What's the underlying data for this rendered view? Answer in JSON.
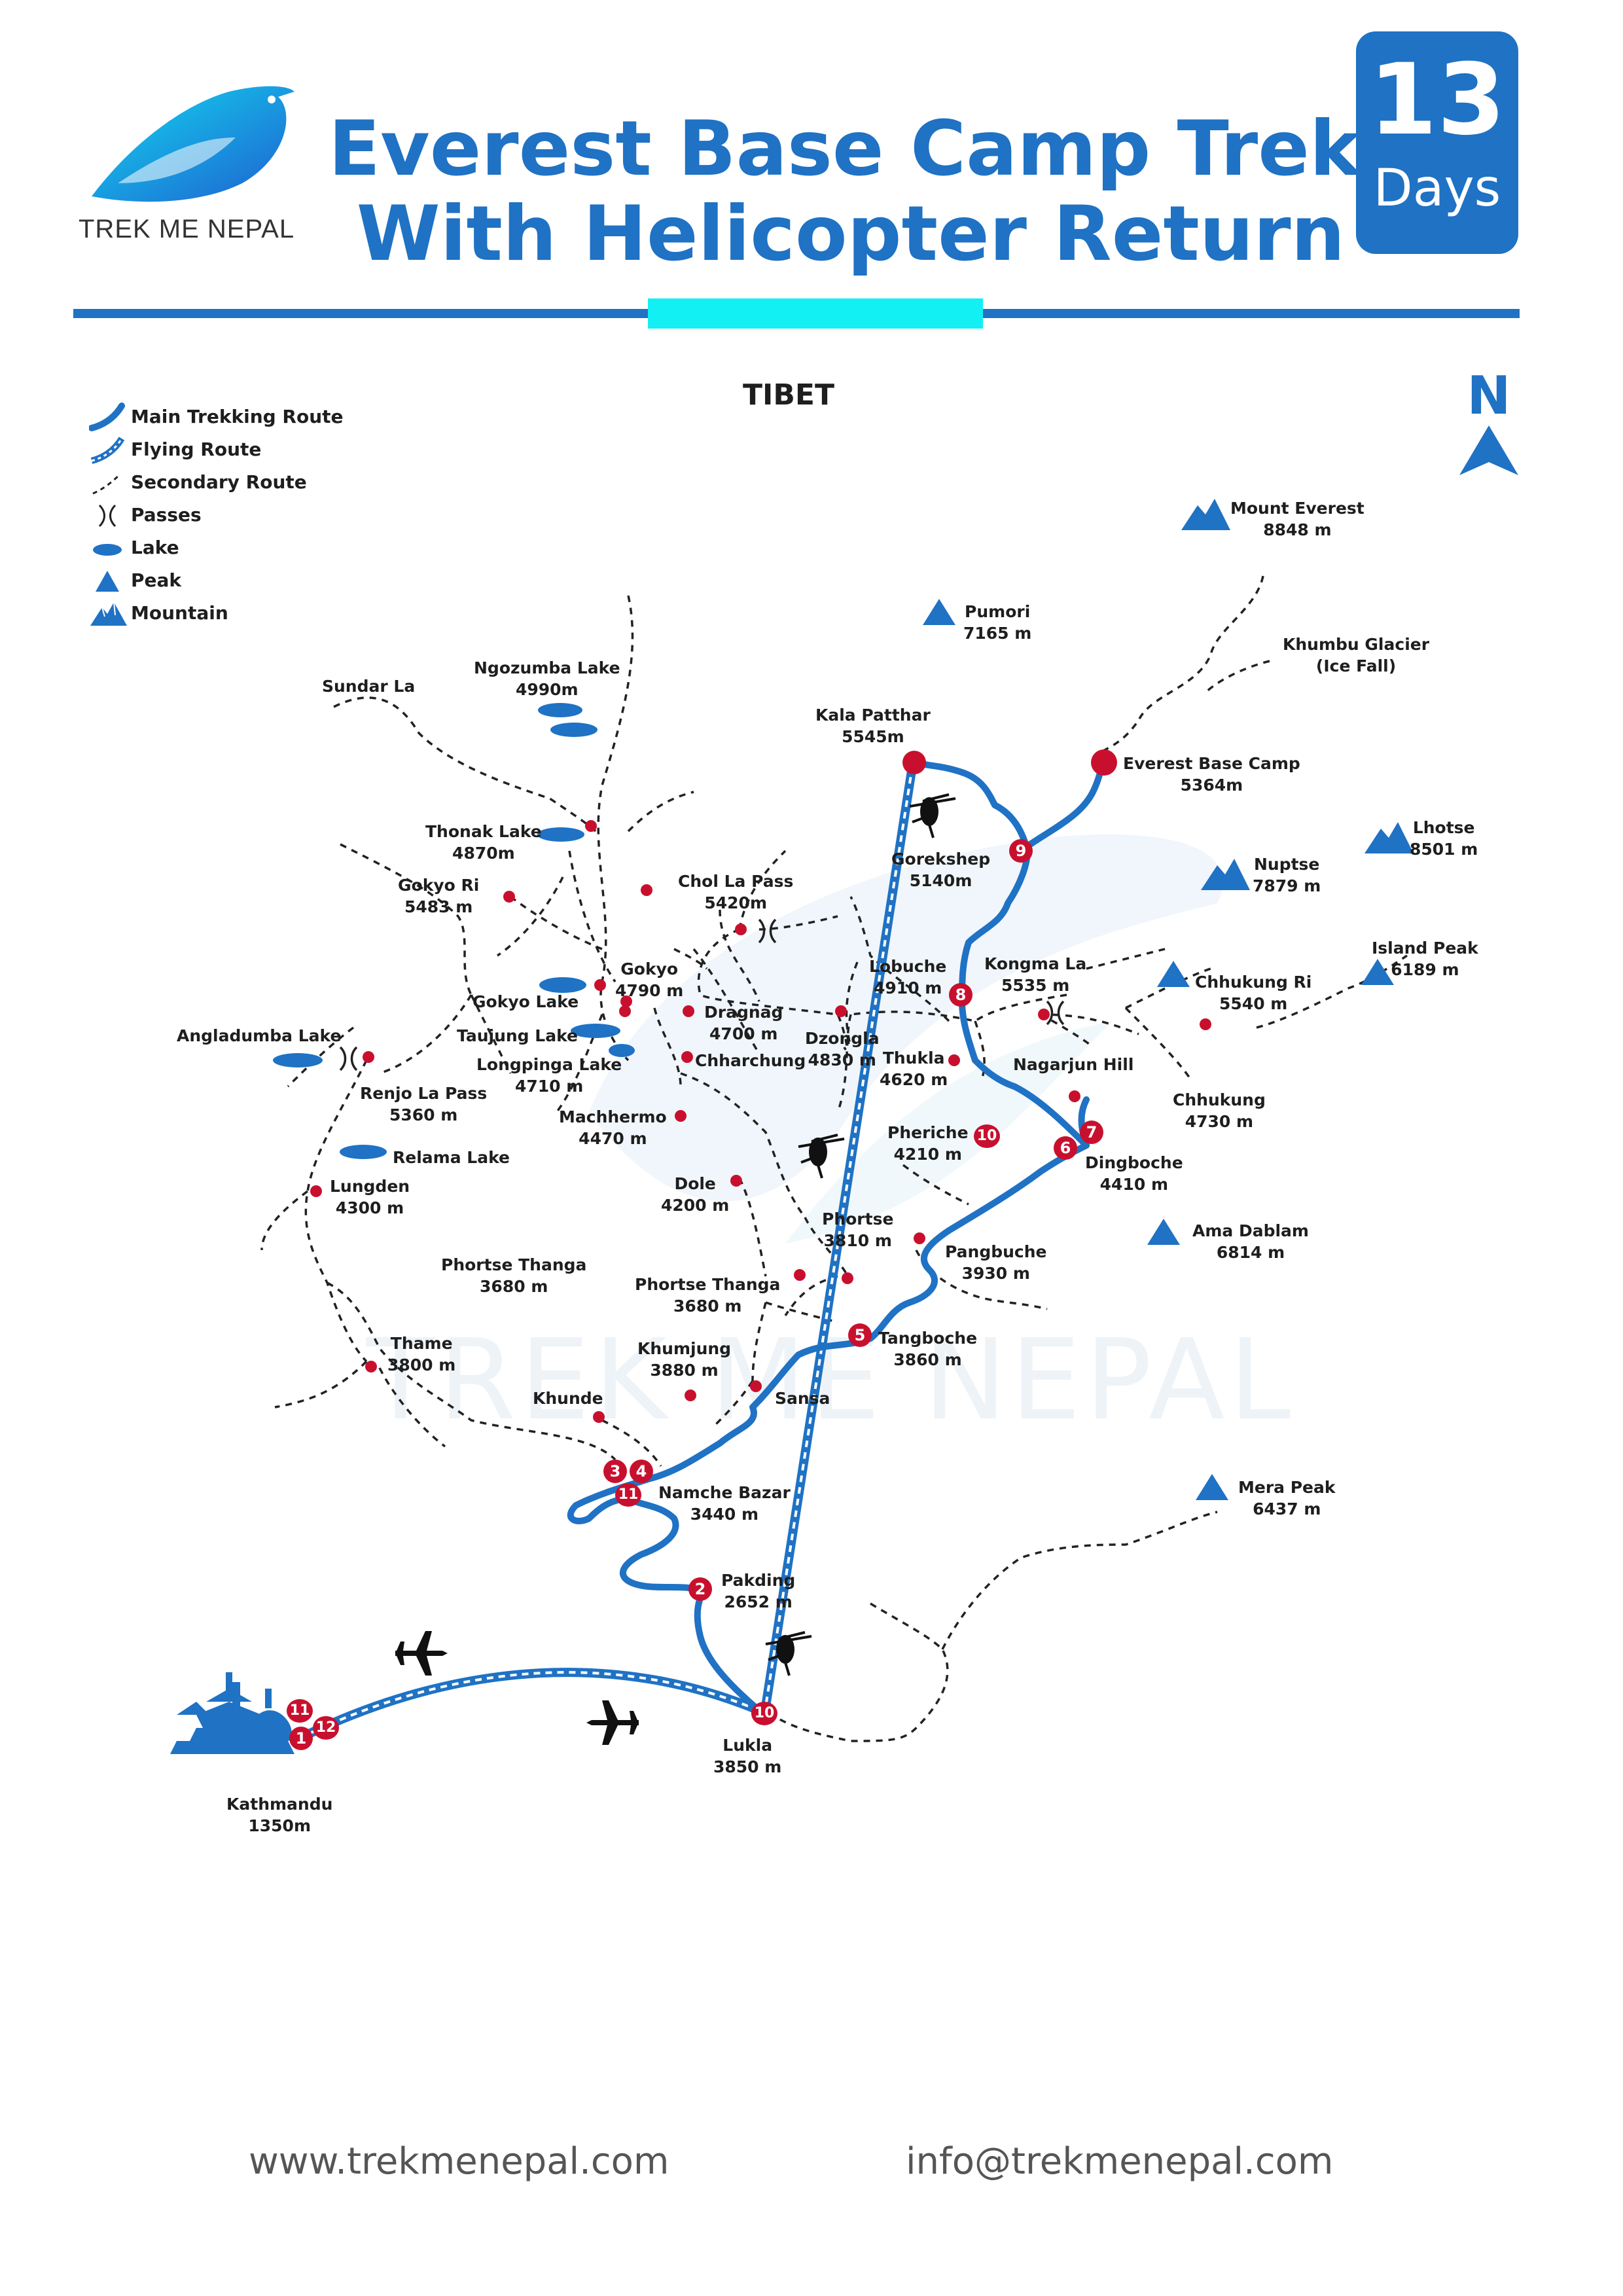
{
  "brand": {
    "name": "TREK ME NEPAL",
    "color": "#1f72c4",
    "accent": "#12f0f4"
  },
  "title": {
    "line1": "Everest Base Camp Trek",
    "line2": "With Helicopter Return"
  },
  "days": {
    "number": "13",
    "label": "Days"
  },
  "region_label": "TIBET",
  "north_label": "N",
  "watermark": "TREK ME NEPAL",
  "legend": [
    {
      "icon": "main-route-icon",
      "label": "Main Trekking Route"
    },
    {
      "icon": "flying-route-icon",
      "label": "Flying Route"
    },
    {
      "icon": "secondary-route-icon",
      "label": "Secondary Route"
    },
    {
      "icon": "pass-icon",
      "label": "Passes"
    },
    {
      "icon": "lake-icon",
      "label": "Lake"
    },
    {
      "icon": "peak-icon",
      "label": "Peak"
    },
    {
      "icon": "mountain-icon",
      "label": "Mountain"
    }
  ],
  "places": [
    {
      "name": "Mount Everest",
      "alt": "8848 m"
    },
    {
      "name": "Pumori",
      "alt": "7165 m"
    },
    {
      "name": "Khumbu Glacier",
      "alt": "(Ice Fall)"
    },
    {
      "name": "Kala Patthar",
      "alt": "5545m"
    },
    {
      "name": "Everest  Base Camp",
      "alt": "5364m"
    },
    {
      "name": "Lhotse",
      "alt": "8501 m"
    },
    {
      "name": "Nuptse",
      "alt": "7879 m"
    },
    {
      "name": "Gorekshep",
      "alt": "5140m"
    },
    {
      "name": "Island Peak",
      "alt": "6189 m"
    },
    {
      "name": "Chhukung Ri",
      "alt": "5540 m"
    },
    {
      "name": "Kongma La",
      "alt": "5535 m"
    },
    {
      "name": "Lobuche",
      "alt": "4910 m"
    },
    {
      "name": "Nagarjun Hill",
      "alt": ""
    },
    {
      "name": "Chhukung",
      "alt": "4730 m"
    },
    {
      "name": "Thukla",
      "alt": "4620 m"
    },
    {
      "name": "Pheriche",
      "alt": "4210 m"
    },
    {
      "name": "Dingboche",
      "alt": "4410 m"
    },
    {
      "name": "Ama Dablam",
      "alt": "6814 m"
    },
    {
      "name": "Pangbuche",
      "alt": "3930 m"
    },
    {
      "name": "Phortse",
      "alt": "3810 m"
    },
    {
      "name": "Tangboche",
      "alt": "3860 m"
    },
    {
      "name": "Sansa",
      "alt": ""
    },
    {
      "name": "Khumjung",
      "alt": "3880 m"
    },
    {
      "name": "Khunde",
      "alt": ""
    },
    {
      "name": "Namche Bazar",
      "alt": "3440 m"
    },
    {
      "name": "Pakding",
      "alt": "2652 m"
    },
    {
      "name": "Lukla",
      "alt": "3850 m"
    },
    {
      "name": "Kathmandu",
      "alt": "1350m"
    },
    {
      "name": "Mera Peak",
      "alt": "6437 m"
    },
    {
      "name": "Sundar La",
      "alt": ""
    },
    {
      "name": "Ngozumba Lake",
      "alt": "4990m"
    },
    {
      "name": "Thonak Lake",
      "alt": "4870m"
    },
    {
      "name": "Gokyo Ri",
      "alt": "5483 m"
    },
    {
      "name": "Chol La Pass",
      "alt": "5420m"
    },
    {
      "name": "Gokyo",
      "alt": "4790 m"
    },
    {
      "name": "Gokyo Lake",
      "alt": ""
    },
    {
      "name": "Dragnag",
      "alt": "4700 m"
    },
    {
      "name": "Taujung Lake",
      "alt": ""
    },
    {
      "name": "Dzongla",
      "alt": "4830 m"
    },
    {
      "name": "Chharchung",
      "alt": ""
    },
    {
      "name": "Angladumba Lake",
      "alt": ""
    },
    {
      "name": "Longpinga Lake",
      "alt": "4710 m"
    },
    {
      "name": "Renjo La Pass",
      "alt": "5360 m"
    },
    {
      "name": "Machhermo",
      "alt": "4470 m"
    },
    {
      "name": "Relama Lake",
      "alt": ""
    },
    {
      "name": "Lungden",
      "alt": "4300 m"
    },
    {
      "name": "Dole",
      "alt": "4200 m"
    },
    {
      "name": "Phortse Thanga",
      "alt": "3680 m"
    },
    {
      "name": "Phortse Thanga",
      "alt": "3680 m"
    },
    {
      "name": "Thame",
      "alt": "3800 m"
    }
  ],
  "stops": [
    "1",
    "2",
    "3",
    "4",
    "5",
    "6",
    "7",
    "8",
    "9",
    "10",
    "10",
    "11",
    "11",
    "12"
  ],
  "footer": {
    "website": "www.trekmenepal.com",
    "email": "info@trekmenepal.com"
  }
}
